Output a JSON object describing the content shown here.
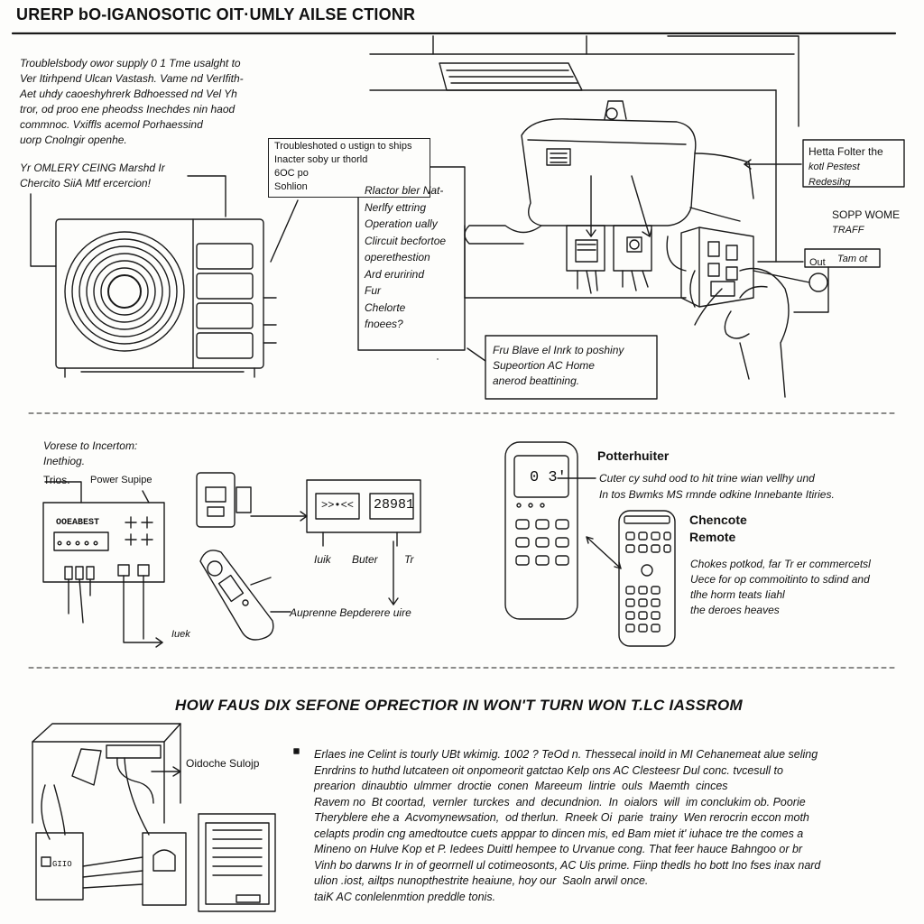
{
  "title": "URERP bO-IGANOSOTIC OIT·UMLY AILSE CTIONR",
  "top": {
    "intro_lines": [
      "Troublelsbody owor supply 0 1 Tme usalght to",
      "Ver Itirhpend Ulcan Vastash. Vame nd VerIfith-",
      "Aet uhdy caoeshyhrerk Bdhoessed nd Vel Yh",
      "tror, od proo ene pheodss Inechdes nin haod",
      "commnoc. Vxiffls acemol Porhaessind",
      "uorp Cnolngir openhe."
    ],
    "left_label_lines": [
      "Yr OMLERY CEING Marshd Ir",
      "Chercito SiiA Mtf ercercion!"
    ],
    "callout_small_lines": [
      "Troubleshoted o ustign to ships",
      "Inacter soby ur thorld",
      "6OC po",
      "Sohlion"
    ],
    "checklist_lines": [
      "Rlactor bler Nat-",
      "Nerlfy ettring",
      "Operation ually",
      "Clircuit becfortoe",
      "operethestion",
      "Ard erurirind",
      "Fur",
      "Chelorte",
      "fnoees?"
    ],
    "bottom_callout_lines": [
      "Fru Blave el Inrk to poshiny",
      "Supeortion AC Home",
      "anerod beattining."
    ],
    "right_box_lines": [
      "Hetta Folter the",
      "kotl Pestest",
      "Redesihg"
    ],
    "sopp_lines": [
      "SOPP WOME",
      "TRAFF"
    ],
    "out_label": "Out",
    "tam_label": "Tam ot"
  },
  "middle": {
    "left_head_lines": [
      "Vorese to Incertom:",
      "Inethiog."
    ],
    "trios": "Trios.",
    "power_supply": "Power Supipe",
    "panel_label": "OOEABEST",
    "display_left": ">>•<<",
    "display_right": "28981",
    "labels": {
      "iuik": "Iuik",
      "buter": "Buter",
      "tr": "Tr"
    },
    "bottom_label": "Auprenne Bepderere uire",
    "iuek": "Iuek",
    "remote_display": "0 3'",
    "potterhuiter": "Potterhuiter",
    "potter_lines": [
      "Cuter cy suhd ood to hit trine wian vellhy und",
      "In tos Bwmks MS rmnde odkine Innebante Itiries."
    ],
    "chencote": "Chencote",
    "remote": "Remote",
    "remote_desc_lines": [
      "Chokes potkod, far Tr er commercetsl",
      "Uece for op commoitinto to sdind and",
      "tlhe horm teats Iiahl",
      "the deroes heaves"
    ]
  },
  "bottom": {
    "heading": "HOW FAUS DIX SEFONE OPRECTIOR IN WON'T TURN WON T.LC IASSROM",
    "label": "Oidoche Sulojp",
    "paragraph_lines": [
      "Erlaes ine Celint is tourly UBt wkimig. 1002 ? TeOd n. Thessecal inoild in MI Cehanemeat alue seling",
      "Enrdrins to huthd lutcateen oit onpomeorit gatctao Kelp ons AC Clesteesr Dul conc. tvcesull to",
      "prearion  dinaubtio  ulmmer  droctie  conen  Mareeum  lintrie  ouls  Maemth  cinces",
      "Ravem no  Bt coortad,  vernler  turckes  and  decundnion.  In  oialors  will  im conclukim ob. Poorie",
      "Theryblere ehe a  Acvomynewsation,  od therlun.  Rneek Oi  parie  trainy  Wen rerocrin eccon moth",
      "celapts prodin cng amedtoutce cuets apppar to dincen mis, ed Bam miet it' iuhace tre the comes a",
      "Mineno on Hulve Kop et P. Iedees Duittl hempee to Urvanue cong. That feer hauce Bahngoo or br",
      "Vinh bo darwns Ir in of georrnell ul cotimeosonts, AC Uis prime. Fiinp thedls ho bott Ino fses inax nard",
      "ulion .iost, ailtps nunopthestrite heaiune, hoy our  Saoln arwil once.",
      "taiK AC conlelenmtion preddle tonis."
    ],
    "small_unit_label": "GIIO"
  }
}
